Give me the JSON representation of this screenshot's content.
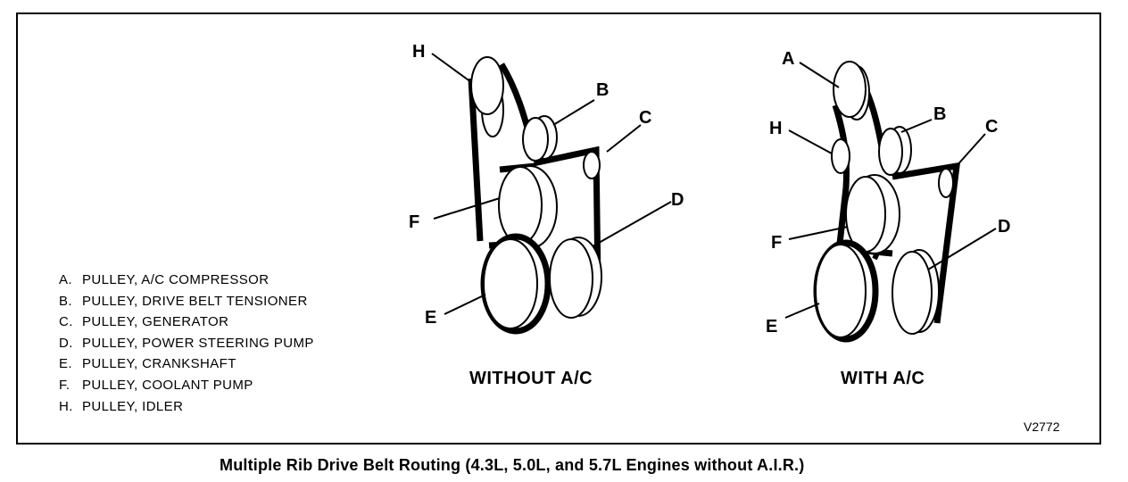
{
  "legend": [
    {
      "key": "A.",
      "text": "PULLEY, A/C COMPRESSOR"
    },
    {
      "key": "B.",
      "text": "PULLEY, DRIVE BELT TENSIONER"
    },
    {
      "key": "C.",
      "text": "PULLEY, GENERATOR"
    },
    {
      "key": "D.",
      "text": "PULLEY, POWER STEERING PUMP"
    },
    {
      "key": "E.",
      "text": "PULLEY, CRANKSHAFT"
    },
    {
      "key": "F.",
      "text": "PULLEY, COOLANT PUMP"
    },
    {
      "key": "H.",
      "text": "PULLEY, IDLER"
    }
  ],
  "diagrams": {
    "without_ac": {
      "title": "WITHOUT A/C",
      "callouts": {
        "H": "H",
        "B": "B",
        "C": "C",
        "F": "F",
        "D": "D",
        "E": "E"
      }
    },
    "with_ac": {
      "title": "WITH A/C",
      "callouts": {
        "A": "A",
        "H": "H",
        "B": "B",
        "C": "C",
        "F": "F",
        "D": "D",
        "E": "E"
      }
    }
  },
  "figure_code": "V2772",
  "caption": "Multiple Rib Drive Belt Routing (4.3L, 5.0L, and 5.7L Engines without A.I.R.)"
}
